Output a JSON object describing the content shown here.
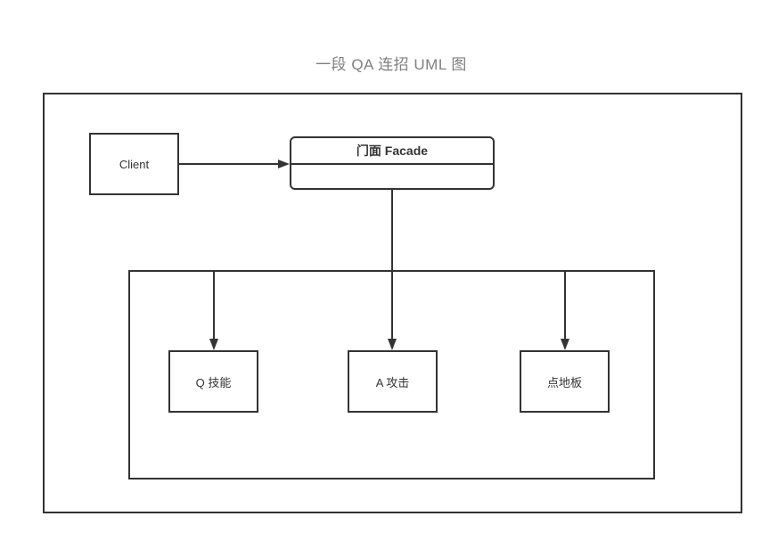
{
  "diagram": {
    "title": "一段 QA 连招 UML 图",
    "nodes": {
      "client": {
        "label": "Client"
      },
      "facade": {
        "label": "门面 Facade"
      },
      "q_skill": {
        "label": "Q 技能"
      },
      "a_attack": {
        "label": "A 攻击"
      },
      "click_ground": {
        "label": "点地板"
      }
    },
    "colors": {
      "line": "#333333",
      "title_text": "#7f7f7f",
      "node_text": "#333333",
      "background": "#ffffff"
    }
  }
}
